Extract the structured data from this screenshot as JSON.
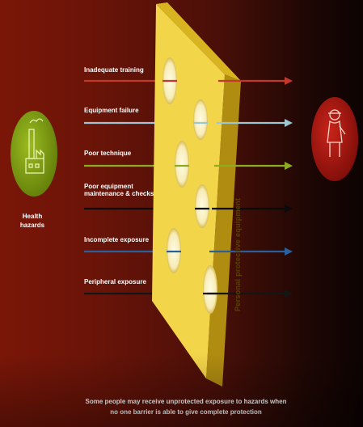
{
  "source": {
    "label": "Health hazards",
    "color": "#7a9a10",
    "icon": "factory-icon"
  },
  "target": {
    "color": "#a01510",
    "icon": "worker-icon"
  },
  "barrier": {
    "label": "Personal protective equipment",
    "color": "#f3d54a"
  },
  "pathways": [
    {
      "label": "Inadequate training",
      "color": "#c0392b"
    },
    {
      "label": "Equipment failure",
      "color": "#9ec6d2"
    },
    {
      "label": "Poor technique",
      "color": "#8aac22"
    },
    {
      "label": "Poor equipment maintenance & checks",
      "color": "#0a0a0a"
    },
    {
      "label": "Incomplete exposure",
      "color": "#2a5f9e"
    },
    {
      "label": "Peripheral exposure",
      "color": "#151515"
    }
  ],
  "caption": "Some people may receive unprotected exposure to hazards when no one barrier is able to give complete protection"
}
